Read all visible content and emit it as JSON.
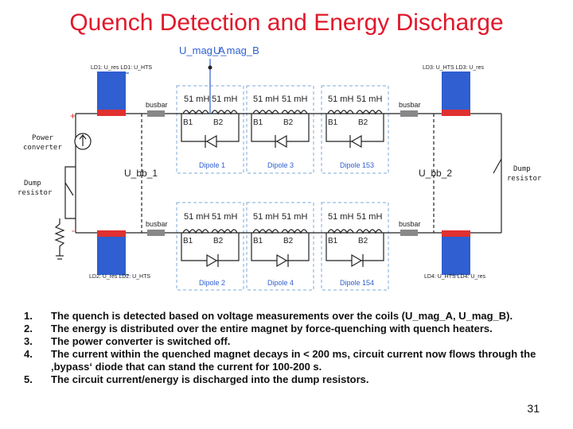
{
  "title": "Quench Detection and Energy Discharge",
  "diagram": {
    "u_mag_a": "U_mag_A",
    "u_mag_b": "U_mag_B",
    "ld_top_left": "LD1: U_res  LD1: U_HTS",
    "ld_top_right": "LD3: U_HTS  LD3: U_res",
    "ld_bottom_left": "LD2: U_res LD2: U_HTS",
    "ld_bottom_right": "LD4: U_HTS LD4: U_res",
    "busbar": "busbar",
    "inductance": "51 mH",
    "b1": "B1",
    "b2": "B2",
    "plus": "+",
    "minus": "-",
    "power_converter": [
      "Power",
      "converter"
    ],
    "dump_resistor": [
      "Dump",
      "resistor"
    ],
    "u_bb_1": "U_bb_1",
    "u_bb_2": "U_bb_2",
    "dipoles_top": [
      "Dipole 1",
      "Dipole 3",
      "Dipole 153"
    ],
    "dipoles_bottom": [
      "Dipole 2",
      "Dipole 4",
      "Dipole 154"
    ],
    "colors": {
      "title": "#e0182b",
      "blue": "#2f5fd0",
      "red": "#e03030",
      "dashed": "#7fa8d8",
      "wire": "#222222"
    }
  },
  "points": [
    {
      "num": "1.",
      "text": "The quench is detected based on voltage measurements over the coils (U_mag_A, U_mag_B)."
    },
    {
      "num": "2.",
      "text": "The energy is distributed over the entire magnet by force-quenching with quench heaters."
    },
    {
      "num": "3.",
      "text": "The power converter is switched off."
    },
    {
      "num": "4.",
      "text": "The current within the quenched magnet decays in < 200 ms, circuit current now flows through the ‚bypass‘ diode that can stand the current for 100-200 s."
    },
    {
      "num": "5.",
      "text": "The circuit current/energy is discharged into the dump resistors."
    }
  ],
  "page_number": "31"
}
